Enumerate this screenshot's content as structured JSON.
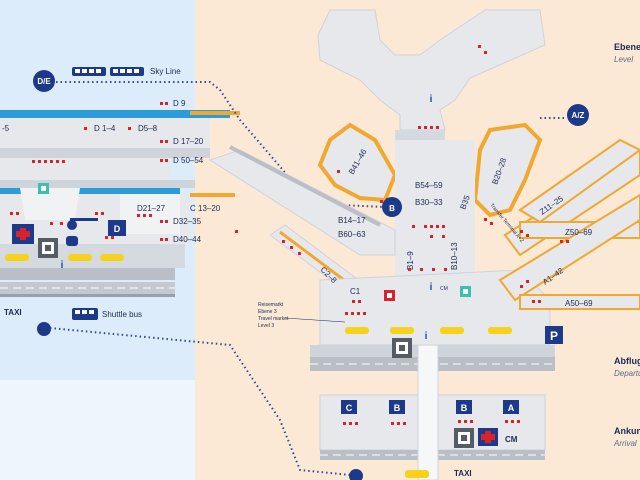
{
  "colors": {
    "terminal1_bg": "#dcecfa",
    "terminal2_bg": "#fbe9d6",
    "building": "#e6e8ec",
    "building_shade": "#cfd3da",
    "pier_outline": "#f0a830",
    "navy": "#1d3a8a",
    "route_dot": "#2e4a9a",
    "gate_red": "#d8232a",
    "info_blue": "#1d4fa0",
    "marker_yellow": "#f7d21b",
    "teal": "#3bbfb0",
    "skyline_blue": "#2d9bd8"
  },
  "skyline": {
    "label": "Sky Line"
  },
  "badges": {
    "de": "D/E",
    "az": "A/Z"
  },
  "terminal1": {
    "gate_labels": {
      "e5": "-5",
      "d9": "D 9",
      "d1_4": "D 1–4",
      "d5_8": "D5–8",
      "d17_20": "D 17–20",
      "d50_54": "D 50–54",
      "d21_27": "D21–27",
      "c13_20": "C 13–20",
      "d32_35": "D32–35",
      "d40_44": "D40–44"
    },
    "taxi": "TAXI",
    "shuttle_bus": "Shuttle bus"
  },
  "terminal2": {
    "gate_labels": {
      "b41_46": "B41–46",
      "b54_59": "B54–59",
      "b30_33": "B30–33",
      "b35": "B35",
      "b20_28": "B20–28",
      "b14_17": "B14–17",
      "b60_63": "B60–63",
      "b1_9": "B1–9",
      "b10_13": "B10–13",
      "c2_8": "C2–8",
      "c1": "C1",
      "z11_25": "Z11–25",
      "z50_69": "Z50–69",
      "a1_42": "A1–42",
      "a50_69": "A50–69",
      "transfer": "Transfer Terminal A+Z"
    },
    "concourse_b": "B",
    "cm": "CM",
    "parking": "P",
    "taxi": "TAXI",
    "arrival_letters": [
      "C",
      "B",
      "B",
      "A"
    ],
    "meeting_point": {
      "line1": "Reisemarkt",
      "line2": "Ebene 3",
      "line3": "Travel market",
      "line4": "Level 3"
    }
  },
  "levels": [
    {
      "de": "Ebene",
      "en": "Level"
    },
    {
      "de": "Abflug",
      "en": "Departure"
    },
    {
      "de": "Ankunft",
      "en": "Arrival"
    }
  ],
  "info_symbol": "i"
}
